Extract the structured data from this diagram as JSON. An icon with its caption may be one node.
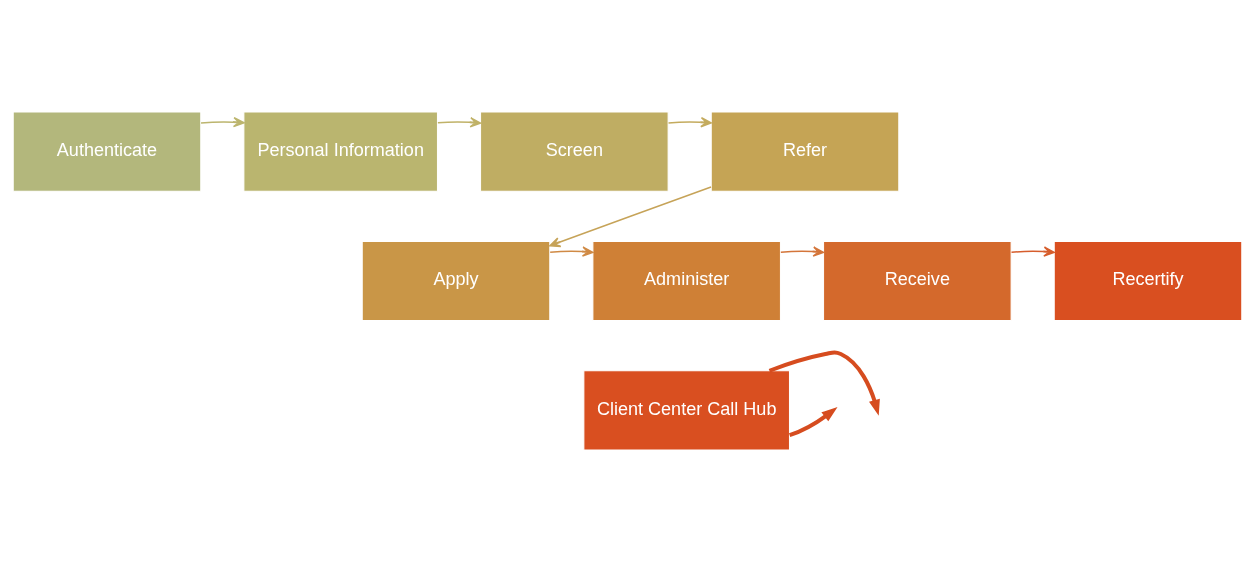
{
  "diagram": {
    "nodes": [
      {
        "text": [
          "Authenticate"
        ]
      },
      {
        "text": [
          "Personal Information"
        ]
      },
      {
        "text": [
          "Screen"
        ]
      },
      {
        "text": [
          "Refer"
        ]
      },
      {
        "text": [
          "Apply"
        ]
      },
      {
        "text": [
          "Administer"
        ]
      },
      {
        "text": [
          "Receive"
        ]
      },
      {
        "text": [
          "Recertify"
        ]
      },
      {
        "text": [
          "Client Center Call Hub"
        ]
      }
    ],
    "edges": [
      {
        "from": 0,
        "to": 1,
        "arrow": "to",
        "color": "#bcb56e"
      },
      {
        "from": 1,
        "to": 2,
        "arrow": "to",
        "color": "#c0b268"
      },
      {
        "from": 2,
        "to": 3,
        "arrow": "to",
        "color": "#c4ab5e"
      },
      {
        "from": 3,
        "to": 4,
        "arrow": "to",
        "color": "#c6a358"
      },
      {
        "from": 4,
        "to": 5,
        "arrow": "to",
        "color": "#d08a45"
      },
      {
        "from": 5,
        "to": 6,
        "arrow": "to",
        "color": "#d4753a"
      },
      {
        "from": 6,
        "to": 7,
        "arrow": "to",
        "color": "#d65d2c"
      },
      {
        "from": 8,
        "to": null,
        "arrow": "to",
        "style": "thick",
        "color": "#d64c1f"
      },
      {
        "from": 8,
        "to": null,
        "arrow": "to",
        "style": "thick",
        "color": "#d64c1f"
      }
    ]
  }
}
